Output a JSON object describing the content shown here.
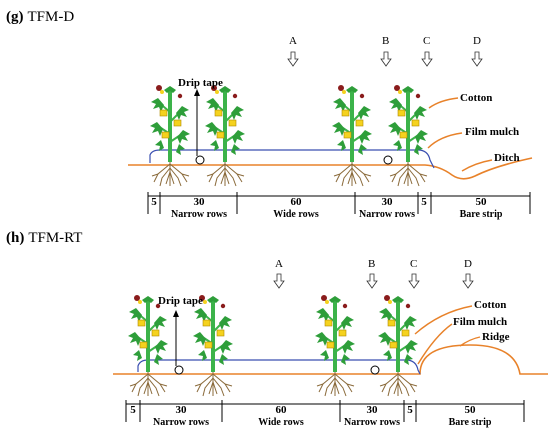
{
  "panels": [
    {
      "letter": "(g)",
      "name": "TFM-D",
      "positions": [
        "A",
        "B",
        "C",
        "D"
      ],
      "labels": {
        "drip_tape": "Drip tape",
        "cotton": "Cotton",
        "film_mulch": "Film mulch",
        "bare_feature": "Ditch"
      },
      "dims": [
        {
          "num": "5",
          "text": ""
        },
        {
          "num": "30",
          "text": "Narrow rows"
        },
        {
          "num": "60",
          "text": "Wide rows"
        },
        {
          "num": "30",
          "text": "Narrow rows"
        },
        {
          "num": "5",
          "text": ""
        },
        {
          "num": "50",
          "text": "Bare strip"
        }
      ]
    },
    {
      "letter": "(h)",
      "name": "TFM-RT",
      "positions": [
        "A",
        "B",
        "C",
        "D"
      ],
      "labels": {
        "drip_tape": "Drip tape",
        "cotton": "Cotton",
        "film_mulch": "Film mulch",
        "bare_feature": "Ridge"
      },
      "dims": [
        {
          "num": "5",
          "text": ""
        },
        {
          "num": "30",
          "text": "Narrow rows"
        },
        {
          "num": "60",
          "text": "Wide rows"
        },
        {
          "num": "30",
          "text": "Narrow rows"
        },
        {
          "num": "5",
          "text": ""
        },
        {
          "num": "50",
          "text": "Bare strip"
        }
      ]
    }
  ],
  "colors": {
    "soil_line": "#e8822a",
    "film": "#3a4fb0",
    "stem": "#3cb34a",
    "leaf": "#2e9e3a",
    "flower": "#f5d21e",
    "boll": "#8a1c1c",
    "root": "#8a6a3a"
  }
}
